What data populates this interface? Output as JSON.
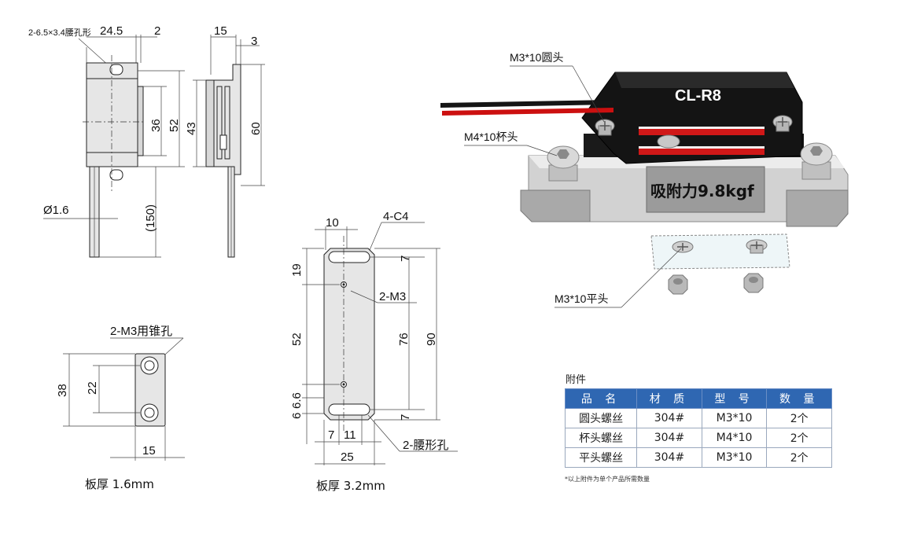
{
  "drawing1": {
    "labels": {
      "slot_note": "2-6.5×3.4腰孔形",
      "width": "24.5",
      "offset": "2",
      "depth": "15",
      "edge": "3",
      "h36": "36",
      "h52": "52",
      "h43": "43",
      "h60": "60",
      "wire_dia": "Ø1.6",
      "wire_len": "(150)"
    },
    "thickness": "板厚 1.6mm"
  },
  "drawing2": {
    "labels": {
      "hole_note": "2-M3用锥孔",
      "h38": "38",
      "h22": "22",
      "w15": "15"
    }
  },
  "drawing3": {
    "labels": {
      "w10": "10",
      "corner": "4-C4",
      "h19": "19",
      "h7a": "7",
      "thread": "2-M3",
      "h52": "52",
      "h76": "76",
      "h90": "90",
      "h66": "6.6",
      "h6": "6",
      "h7b": "7",
      "w7": "7",
      "w11": "11",
      "w25": "25",
      "slot": "2-腰形孔"
    },
    "thickness": "板厚 3.2mm"
  },
  "render3d": {
    "top_label": "CL-R8",
    "force_label": "吸附力9.8kgf",
    "callout_round": "M3*10圆头",
    "callout_cup": "M4*10杯头",
    "callout_flat": "M3*10平头"
  },
  "accessories": {
    "title": "附件",
    "headers": [
      "品 名",
      "材 质",
      "型 号",
      "数 量"
    ],
    "rows": [
      [
        "圆头螺丝",
        "304#",
        "M3*10",
        "2个"
      ],
      [
        "杯头螺丝",
        "304#",
        "M4*10",
        "2个"
      ],
      [
        "平头螺丝",
        "304#",
        "M3*10",
        "2个"
      ]
    ],
    "note": "*以上附件为单个产品所需数量"
  },
  "colors": {
    "table_header": "#2f67b2",
    "device_body": "#111111",
    "magnet_stripe": "#d01818",
    "wire_red": "#cc1010"
  }
}
